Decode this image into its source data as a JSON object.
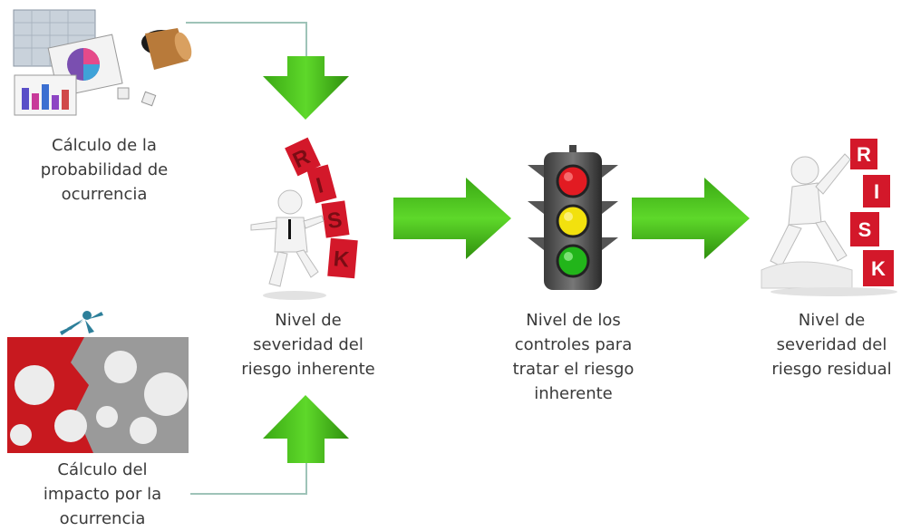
{
  "labels": {
    "probability": [
      "Cálculo de la",
      "probabilidad de",
      "ocurrencia"
    ],
    "impact": [
      "Cálculo del",
      "impacto por la",
      "ocurrencia"
    ],
    "inherent": [
      "Nivel de",
      "severidad del",
      "riesgo inherente"
    ],
    "controls": [
      "Nivel de los",
      "controles para",
      "tratar el riesgo",
      "inherente"
    ],
    "residual": [
      "Nivel de",
      "severidad del",
      "riesgo residual"
    ]
  },
  "risk_letters_falling": [
    "R",
    "I",
    "S",
    "K"
  ],
  "risk_letters_stack": [
    "R",
    "I",
    "S",
    "K"
  ],
  "colors": {
    "arrow_green": "#4cc41c",
    "arrow_green_dark": "#2f8f0e",
    "risk_red": "#d3182a",
    "light_red": "#e21b22",
    "light_yellow": "#f2e10e",
    "light_green": "#22b51a",
    "connector_line": "#9ec3b8"
  },
  "icons": {
    "probability_image": "charts-dice-cup-illustration",
    "impact_image": "figure-leaping-over-crack-illustration",
    "inherent_image": "person-with-falling-risk-letters",
    "controls_image": "traffic-light-icon",
    "residual_image": "person-with-risk-block-stack"
  }
}
